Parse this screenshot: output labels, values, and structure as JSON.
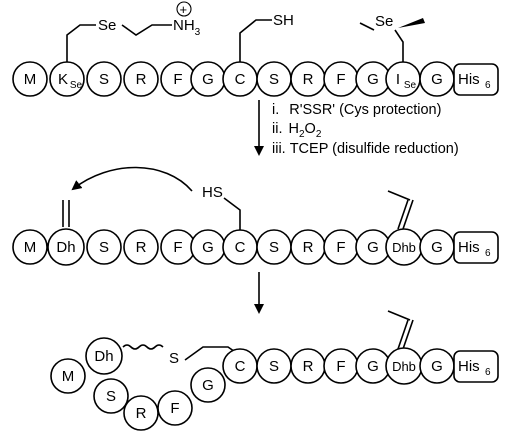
{
  "rows": [
    {
      "residues": [
        "M",
        "K",
        "S",
        "R",
        "F",
        "G",
        "C",
        "S",
        "R",
        "F",
        "G",
        "I",
        "G",
        "His"
      ],
      "k_sub": "Se",
      "i_sub": "Se",
      "his_sub": "6",
      "side_chains": {
        "k_se": "Se",
        "k_nh3": "NH",
        "k_nh3_sub": "3",
        "k_plus": "+",
        "c_sh": "SH",
        "i_se": "Se"
      }
    },
    {
      "residues": [
        "M",
        "Dh",
        "S",
        "R",
        "F",
        "G",
        "C",
        "S",
        "R",
        "F",
        "G",
        "Dhb",
        "G",
        "His"
      ],
      "his_sub": "6",
      "side_chains": {
        "c_hs": "HS"
      }
    },
    {
      "residues": [
        "M",
        "Dh",
        "S",
        "R",
        "F",
        "G",
        "C",
        "S",
        "R",
        "F",
        "G",
        "Dhb",
        "G",
        "His"
      ],
      "his_sub": "6",
      "bridge_atom": "S"
    }
  ],
  "steps": [
    {
      "num": "i.",
      "text": "R'SSR' (Cys protection)"
    },
    {
      "num": "ii.",
      "pre": "H",
      "sub1": "2",
      "mid": "O",
      "sub2": "2"
    },
    {
      "num": "iii.",
      "text": "TCEP (disulfide reduction)"
    }
  ]
}
